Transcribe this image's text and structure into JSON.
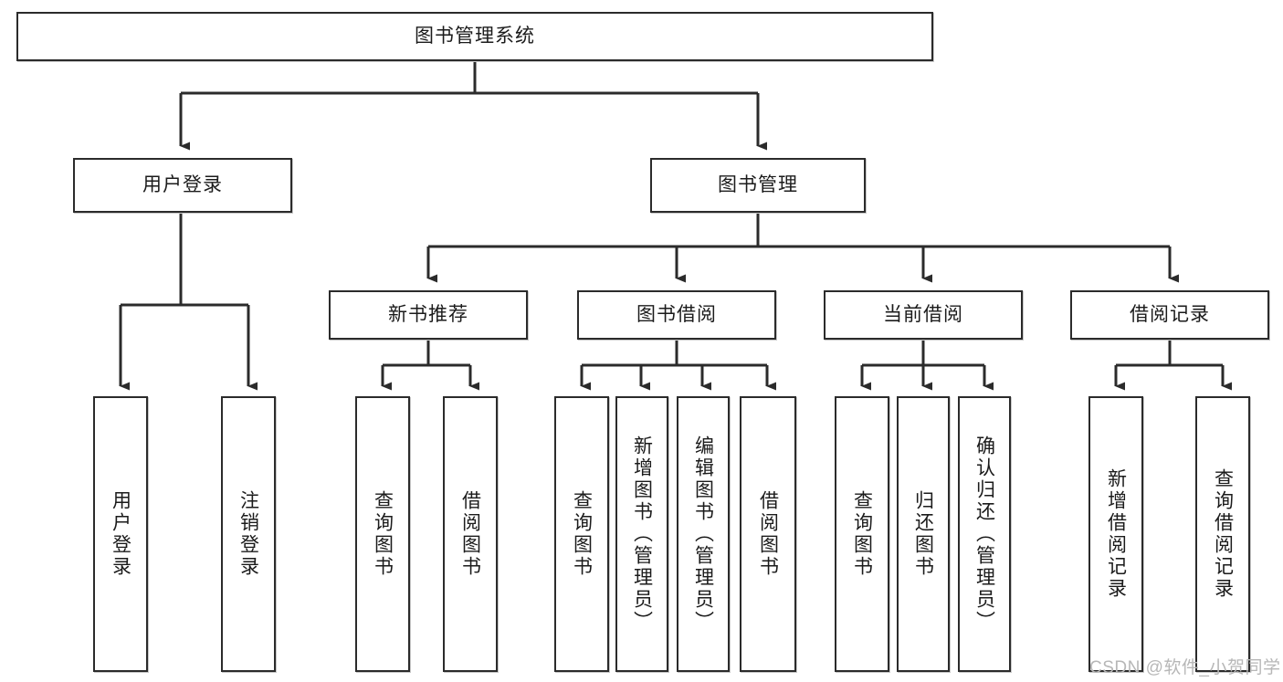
{
  "diagram": {
    "type": "tree",
    "title": "图书管理系统",
    "root": {
      "id": "root",
      "label": "图书管理系统"
    },
    "level2": [
      {
        "id": "user-login",
        "label": "用户登录"
      },
      {
        "id": "book-manage",
        "label": "图书管理"
      }
    ],
    "level3": [
      {
        "id": "new-book-recommend",
        "label": "新书推荐",
        "parent": "book-manage"
      },
      {
        "id": "book-borrow",
        "label": "图书借阅",
        "parent": "book-manage"
      },
      {
        "id": "current-borrow",
        "label": "当前借阅",
        "parent": "book-manage"
      },
      {
        "id": "borrow-record",
        "label": "借阅记录",
        "parent": "book-manage"
      }
    ],
    "leaves": {
      "user_login": [
        {
          "id": "leaf-user-login",
          "label": "用户登录"
        },
        {
          "id": "leaf-user-logout",
          "label": "注销登录"
        }
      ],
      "new_book_recommend": [
        {
          "id": "leaf-query-book-1",
          "label": "查询图书"
        },
        {
          "id": "leaf-borrow-book-1",
          "label": "借阅图书"
        }
      ],
      "book_borrow": [
        {
          "id": "leaf-query-book-2",
          "label": "查询图书"
        },
        {
          "id": "leaf-add-book",
          "label": "新增图书（管理员）"
        },
        {
          "id": "leaf-edit-book",
          "label": "编辑图书（管理员）"
        },
        {
          "id": "leaf-borrow-book-2",
          "label": "借阅图书"
        }
      ],
      "current_borrow": [
        {
          "id": "leaf-query-book-3",
          "label": "查询图书"
        },
        {
          "id": "leaf-return-book",
          "label": "归还图书"
        },
        {
          "id": "leaf-confirm-return",
          "label": "确认归还（管理员）"
        }
      ],
      "borrow_record": [
        {
          "id": "leaf-add-record",
          "label": "新增借阅记录"
        },
        {
          "id": "leaf-query-record",
          "label": "查询借阅记录"
        }
      ]
    }
  },
  "watermark": {
    "text": "CSDN @软件_小贺同学"
  },
  "colors": {
    "node_border": "#2b2b2b",
    "node_fill": "#ffffff",
    "edge": "#2b2b2b",
    "text": "#1b1b1b",
    "watermark": "#b7b7b7",
    "background": "#ffffff"
  }
}
